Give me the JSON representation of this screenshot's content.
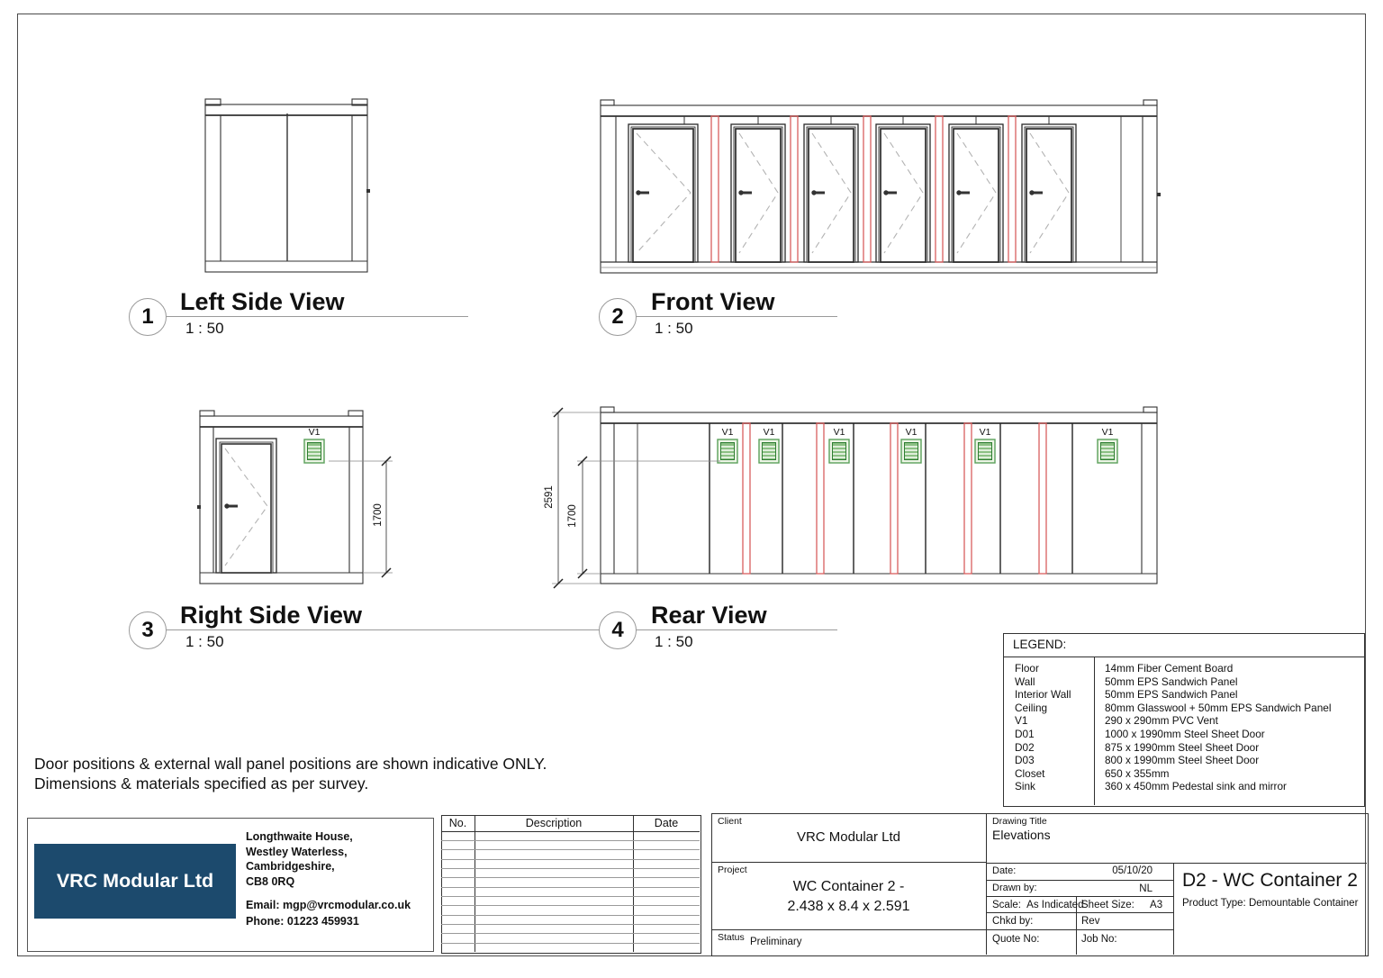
{
  "views": [
    {
      "number": "1",
      "title": "Left Side View",
      "scale": "1 : 50"
    },
    {
      "number": "2",
      "title": "Front View",
      "scale": "1 : 50"
    },
    {
      "number": "3",
      "title": "Right Side View",
      "scale": "1 : 50"
    },
    {
      "number": "4",
      "title": "Rear View",
      "scale": "1 : 50"
    }
  ],
  "labels": {
    "vent": "V1"
  },
  "dims": {
    "overall_height": "2591",
    "vent_height_rear": "1700",
    "vent_height_right": "1700"
  },
  "notes": {
    "line1": "Door positions & external wall panel positions are shown indicative ONLY.",
    "line2": "Dimensions & materials specified as per survey."
  },
  "legend": {
    "title": "LEGEND:",
    "rows": [
      {
        "key": "Floor",
        "value": "14mm Fiber Cement Board"
      },
      {
        "key": "Wall",
        "value": "50mm EPS Sandwich Panel"
      },
      {
        "key": "Interior Wall",
        "value": "50mm EPS Sandwich Panel"
      },
      {
        "key": "Ceiling",
        "value": "80mm Glasswool + 50mm EPS Sandwich Panel"
      },
      {
        "key": "V1",
        "value": "290 x 290mm PVC Vent"
      },
      {
        "key": "D01",
        "value": "1000 x 1990mm Steel Sheet Door"
      },
      {
        "key": "D02",
        "value": "875 x 1990mm Steel Sheet Door"
      },
      {
        "key": "D03",
        "value": "800 x 1990mm Steel Sheet Door"
      },
      {
        "key": "Closet",
        "value": "650 x 355mm"
      },
      {
        "key": "Sink",
        "value": "360 x 450mm Pedestal sink and mirror"
      }
    ]
  },
  "revision_table": {
    "col_no": "No.",
    "col_description": "Description",
    "col_date": "Date"
  },
  "company": {
    "logo_text": "VRC Modular Ltd",
    "address_lines": [
      "Longthwaite House,",
      "Westley Waterless,",
      "Cambridgeshire,",
      "CB8 0RQ"
    ],
    "email": "Email: mgp@vrcmodular.co.uk",
    "phone": "Phone: 01223 459931"
  },
  "title_block": {
    "client_label": "Client",
    "client": "VRC Modular Ltd",
    "project_label": "Project",
    "project_line1": "WC Container 2 -",
    "project_line2": "2.438 x 8.4 x 2.591",
    "status_label": "Status",
    "status": "Preliminary",
    "drawing_title_label": "Drawing Title",
    "drawing_title": "Elevations",
    "date_label": "Date:",
    "date": "05/10/20",
    "drawn_by_label": "Drawn by:",
    "drawn_by": "NL",
    "scale_label": "Scale:",
    "scale": "As Indicated",
    "sheet_size_label": "Sheet Size:",
    "sheet_size": "A3",
    "chkd_by_label": "Chkd by:",
    "chkd_by": "Rev",
    "quote_no_label": "Quote No:",
    "job_no_label": "Job No:",
    "drawing_number": "D2 - WC Container 2",
    "product_type": "Product Type: Demountable Container"
  },
  "colors": {
    "accent_red": "#d95f5f",
    "vent_green": "#4e9a4e",
    "logo_blue": "#1c4a6d"
  }
}
